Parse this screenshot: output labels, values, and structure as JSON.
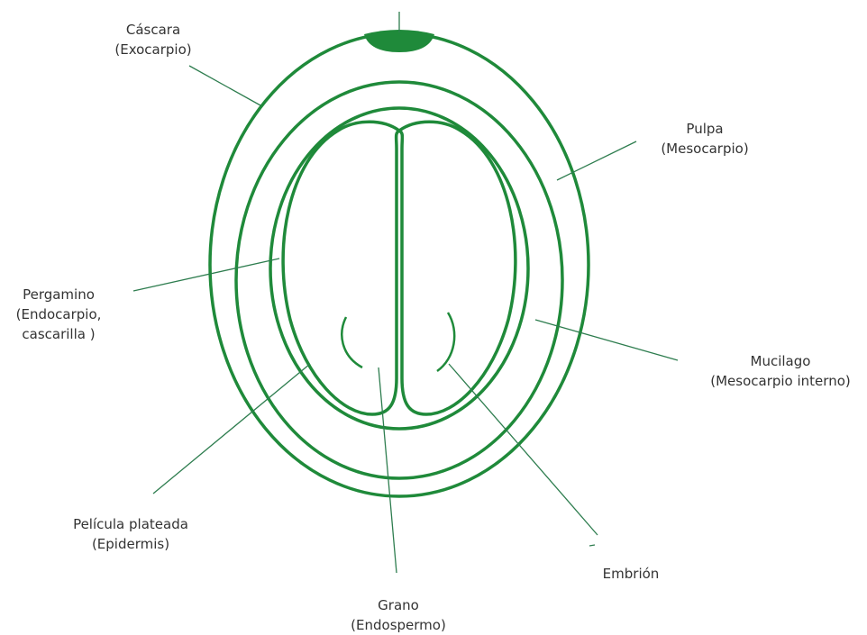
{
  "colors": {
    "stroke": "#1f8a3a",
    "leader": "#2e7d4f",
    "text": "#333333"
  },
  "labels": {
    "cascara": {
      "line1": "Cáscara",
      "line2": "(Exocarpio)"
    },
    "pulpa": {
      "line1": "Pulpa",
      "line2": "(Mesocarpio)"
    },
    "pergamino": {
      "line1": "Pergamino",
      "line2": "(Endocarpio,",
      "line3": "cascarilla )"
    },
    "mucilago": {
      "line1": "Mucilago",
      "line2": "(Mesocarpio interno)"
    },
    "pelicula": {
      "line1": "Película plateada",
      "line2": "(Epidermis)"
    },
    "embrion": {
      "line1": "Embrión"
    },
    "grano": {
      "line1": "Grano",
      "line2": "(Endospermo)"
    }
  }
}
